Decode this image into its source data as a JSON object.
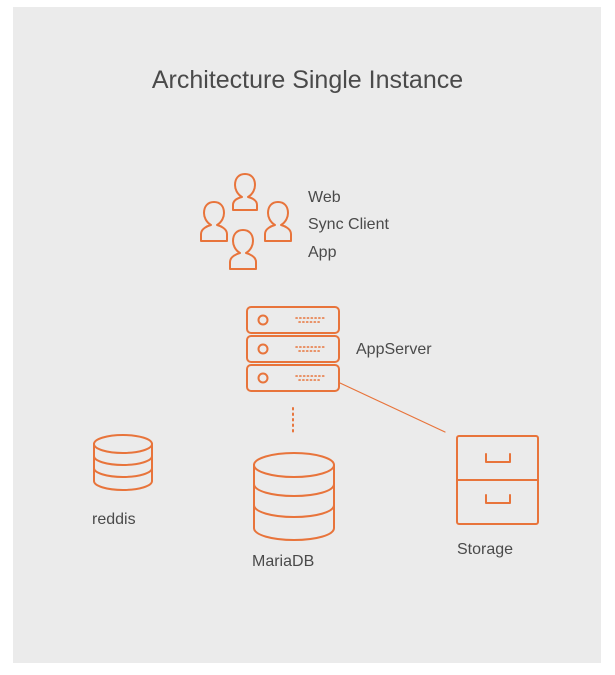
{
  "diagram": {
    "title": "Architecture Single Instance",
    "accent_color": "#e8743b",
    "clients": {
      "icon": "users-group-icon",
      "labels": [
        "Web",
        "Sync Client",
        "App"
      ]
    },
    "appserver": {
      "icon": "server-rack-icon",
      "label": "AppServer"
    },
    "reddis": {
      "icon": "database-icon",
      "label": "reddis"
    },
    "mariadb": {
      "icon": "database-icon",
      "label": "MariaDB"
    },
    "storage": {
      "icon": "filing-cabinet-icon",
      "label": "Storage"
    }
  }
}
